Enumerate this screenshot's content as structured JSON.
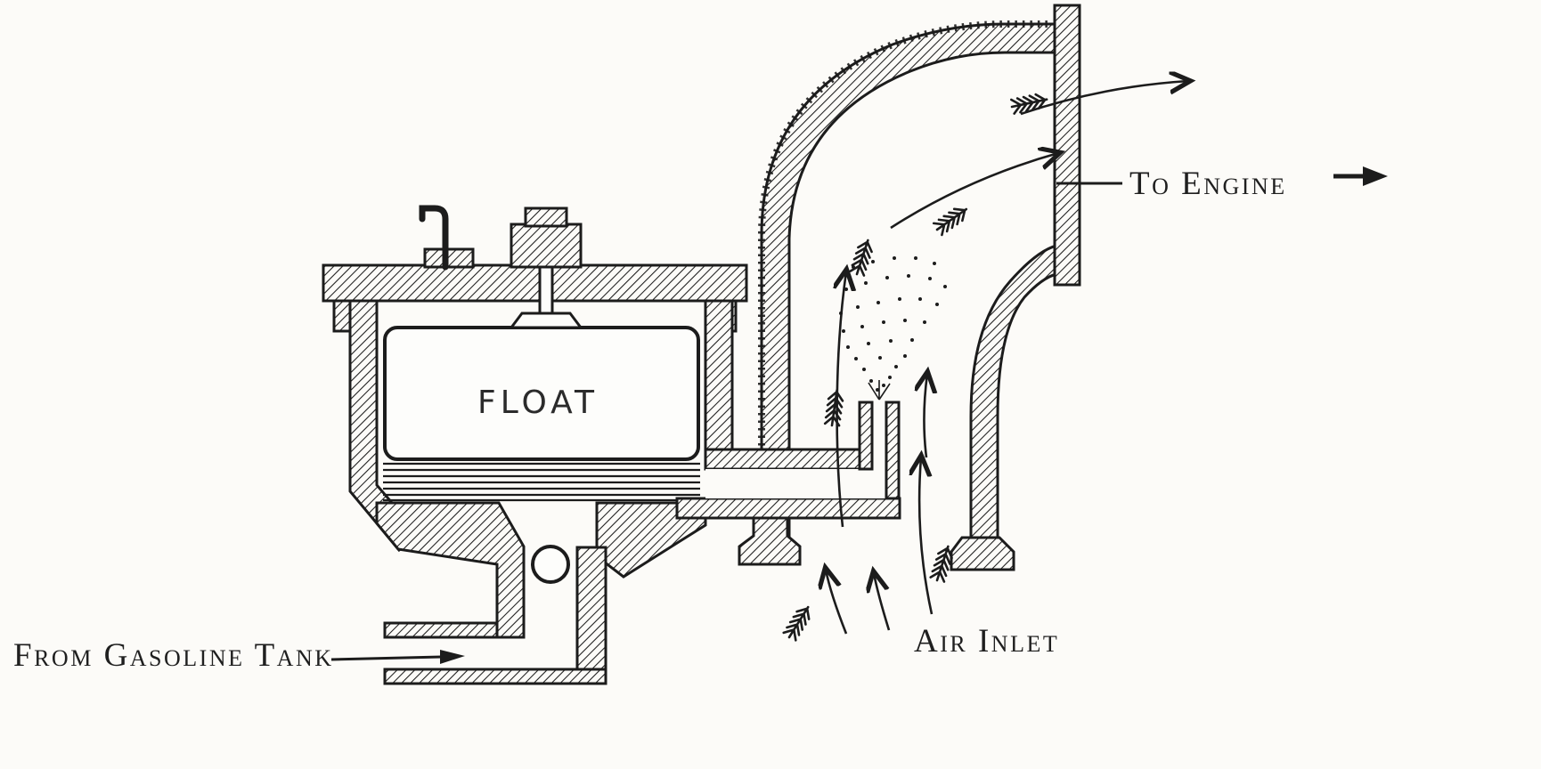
{
  "labels": {
    "float": "FLOAT",
    "from_gasoline_tank": "From Gasoline Tank",
    "air_inlet": "Air Inlet",
    "to_engine": "To Engine"
  },
  "colors": {
    "ink": "#1c1c1c",
    "paper": "#fcfbf8"
  }
}
